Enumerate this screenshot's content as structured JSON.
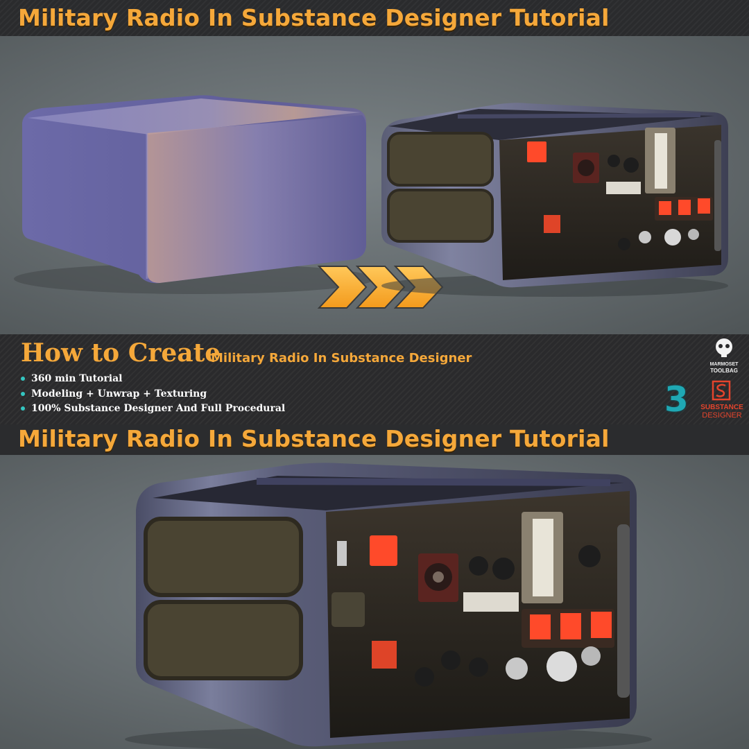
{
  "top_banner": {
    "title": "Military Radio In Substance Designer Tutorial"
  },
  "info_panel": {
    "heading": "How to Create",
    "subheading": "Military Radio In Substance Designer",
    "bullets": [
      "360 min Tutorial",
      "Modeling + Unwrap + Texturing",
      "100% Substance Designer And Full Procedural"
    ],
    "bullet_color": "#34c6c1"
  },
  "bottom_banner": {
    "title": "Military Radio In Substance Designer Tutorial"
  },
  "logos": {
    "marmoset": [
      "MARMOSET",
      "TOOLBAG"
    ],
    "max_glyph": "3",
    "substance": [
      "SUBSTANCE",
      "DESIGNER"
    ]
  },
  "colors": {
    "accent_orange": "#f5a83a",
    "banner_dark": "#2a2b2d",
    "substance_red": "#e4442c",
    "max_teal": "#1fa8b4"
  }
}
